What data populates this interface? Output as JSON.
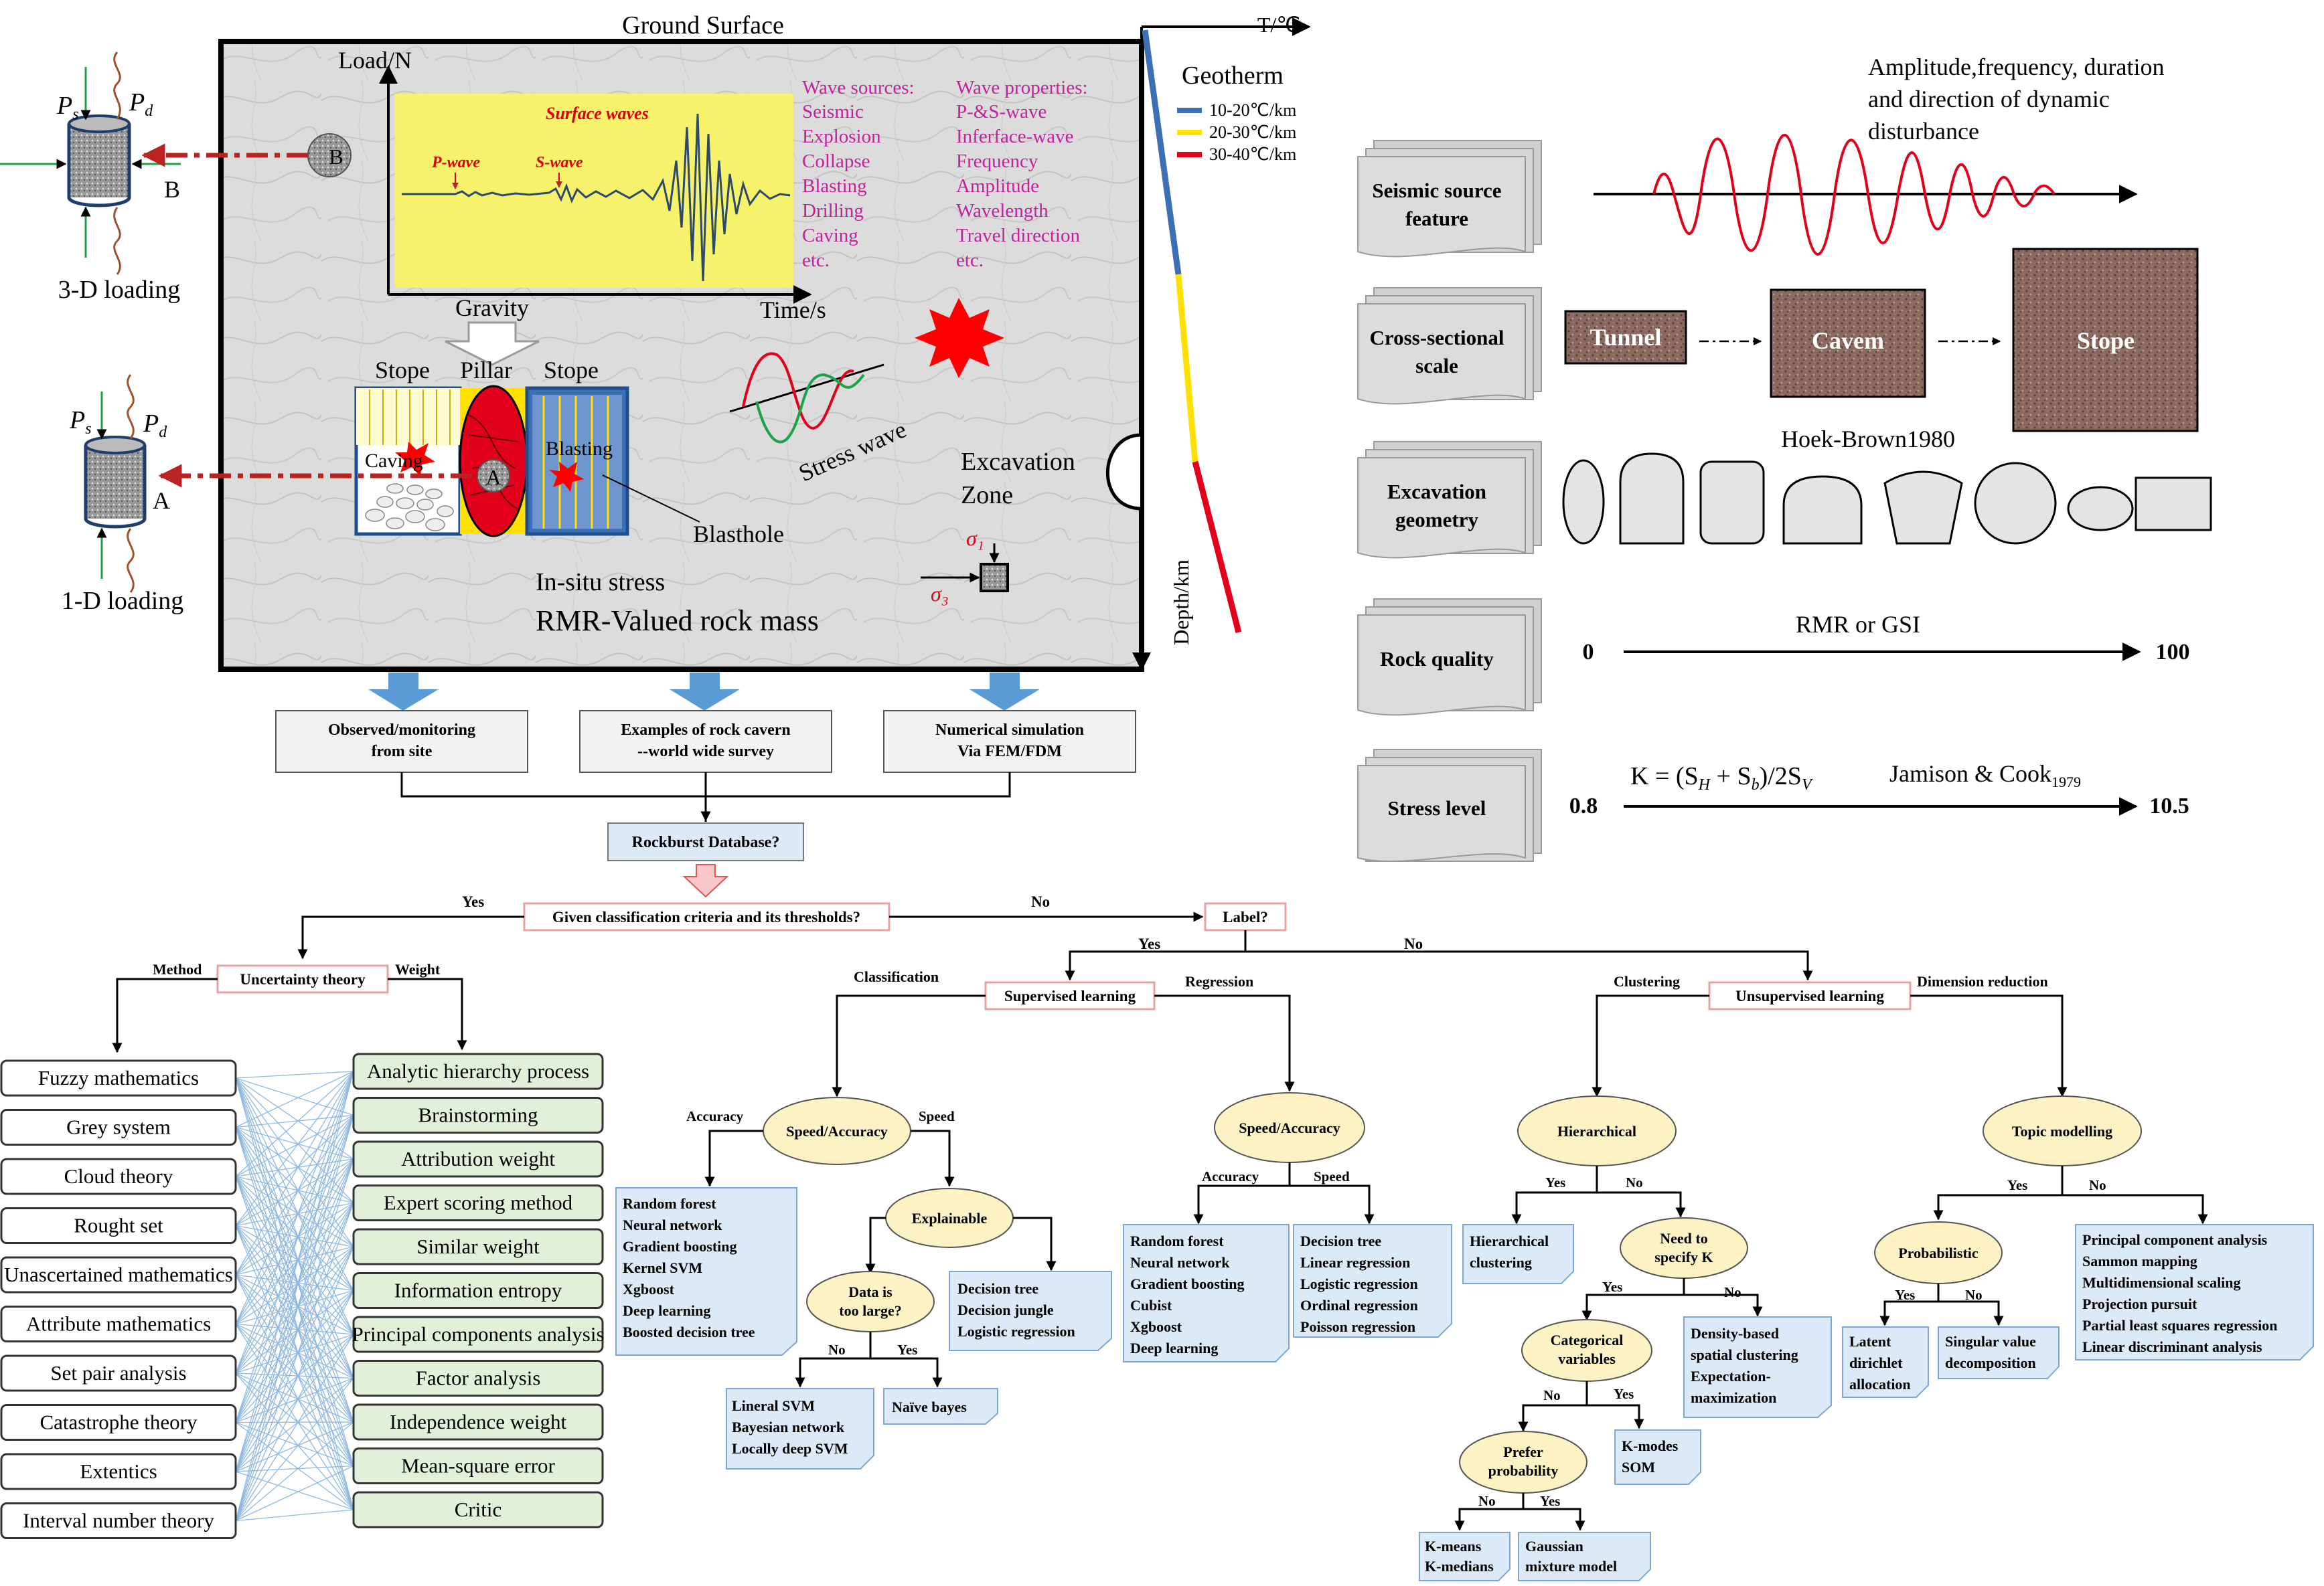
{
  "top_scene": {
    "ground_surface": "Ground Surface",
    "temp_axis": "T/℃",
    "depth_axis": "Depth/km",
    "geotherm_title": "Geotherm",
    "geotherm": [
      {
        "label": "10-20℃/km",
        "color": "#3d6fb6"
      },
      {
        "label": "20-30℃/km",
        "color": "#ffe000"
      },
      {
        "label": "30-40℃/km",
        "color": "#e2001a"
      }
    ],
    "load_axis": "Load/N",
    "time_axis": "Time/s",
    "surface_waves": "Surface waves",
    "p_wave": "P-wave",
    "s_wave": "S-wave",
    "wave_sources_title": "Wave sources:",
    "wave_sources": [
      "Seismic",
      "Explosion",
      "Collapse",
      "Blasting",
      "Drilling",
      "Caving",
      "etc."
    ],
    "wave_properties_title": "Wave properties:",
    "wave_properties": [
      "P-&S-wave",
      "Inferface-wave",
      "Frequency",
      "Amplitude",
      "Wavelength",
      "Travel direction",
      "etc."
    ],
    "gravity": "Gravity",
    "stope_left": "Stope",
    "pillar": "Pillar",
    "stope_right": "Stope",
    "caving": "Caving",
    "blasting": "Blasting",
    "blasthole": "Blasthole",
    "marker_a": "A",
    "marker_b": "B",
    "stress_wave": "Stress wave",
    "excavation_zone_1": "Excavation",
    "excavation_zone_2": "Zone",
    "sigma1": "σ₁",
    "sigma3": "σ₃",
    "in_situ": "In-situ stress",
    "rmr_rock": "RMR-Valued rock mass"
  },
  "samples": {
    "ps": "P",
    "ps_sub": "s",
    "pd": "P",
    "pd_sub": "d",
    "label_b": "B",
    "label_a": "A",
    "three_d": "3-D loading",
    "one_d": "1-D loading"
  },
  "data_sources": [
    [
      "Observed/monitoring",
      "from site"
    ],
    [
      "Examples of rock cavern",
      "--world wide survey"
    ],
    [
      "Numerical simulation",
      "Via FEM/FDM"
    ]
  ],
  "factors": {
    "seismic": [
      "Seismic source",
      "feature"
    ],
    "seismic_note": [
      "Amplitude,frequency, duration",
      "and direction of dynamic",
      "disturbance"
    ],
    "cross": [
      "Cross-sectional",
      "scale"
    ],
    "tunnel": "Tunnel",
    "cavern": "Cavem",
    "stope": "Stope",
    "geometry": [
      "Excavation",
      "geometry"
    ],
    "hoek": "Hoek-Brown1980",
    "rock_quality": "Rock quality",
    "rmr_gsi": "RMR or GSI",
    "rq_min": "0",
    "rq_max": "100",
    "stress": "Stress level",
    "stress_formula": "K = (S",
    "formula_sub_h": "H",
    "formula_plus": " + S",
    "formula_sub_b": "b",
    "formula_end": ")/2S",
    "formula_sub_v": "V",
    "jamison": "Jamison & Cook",
    "jamison_year": "1979",
    "stress_min": "0.8",
    "stress_max": "10.5"
  },
  "flow": {
    "database": "Rockburst Database?",
    "given": "Given classification criteria and its thresholds?",
    "yes": "Yes",
    "no": "No",
    "label_q": "Label?",
    "uncertainty": "Uncertainty theory",
    "method": "Method",
    "weight": "Weight",
    "methods": [
      "Fuzzy mathematics",
      "Grey system",
      "Cloud theory",
      "Rought set",
      "Unascertained mathematics",
      "Attribute mathematics",
      "Set pair analysis",
      "Catastrophe theory",
      "Extentics",
      "Interval number theory"
    ],
    "weights": [
      "Analytic hierarchy process",
      "Brainstorming",
      "Attribution weight",
      "Expert scoring method",
      "Similar weight",
      "Information entropy",
      "Principal components analysis",
      "Factor analysis",
      "Independence weight",
      "Mean-square error",
      "Critic"
    ],
    "supervised": "Supervised learning",
    "unsupervised": "Unsupervised learning",
    "classification": "Classification",
    "regression": "Regression",
    "clustering": "Clustering",
    "dimension_reduction": "Dimension reduction",
    "speed_accuracy": "Speed/Accuracy",
    "accuracy": "Accuracy",
    "speed": "Speed",
    "explainable": "Explainable",
    "data_large": [
      "Data is",
      "too large?"
    ],
    "hierarchical": "Hierarchical",
    "need_k": [
      "Need to",
      "specify K"
    ],
    "categorical": [
      "Categorical",
      "variables"
    ],
    "prefer_prob": [
      "Prefer",
      "probability"
    ],
    "topic": "Topic modelling",
    "probabilistic": "Probabilistic",
    "cls_accuracy_list": [
      "Random forest",
      "Neural network",
      "Gradient boosting",
      "Kernel SVM",
      "Xgboost",
      "Deep learning",
      "Boosted decision tree"
    ],
    "cls_explainable_list": [
      "Decision tree",
      "Decision jungle",
      "Logistic regression"
    ],
    "cls_large_no_list": [
      "Lineral SVM",
      "Bayesian network",
      "Locally deep SVM"
    ],
    "cls_large_yes_list": [
      "Naïve bayes"
    ],
    "reg_accuracy_list": [
      "Random forest",
      "Neural network",
      "Gradient boosting",
      "Cubist",
      "Xgboost",
      "Deep learning"
    ],
    "reg_speed_list": [
      "Decision tree",
      "Linear regression",
      "Logistic regression",
      "Ordinal regression",
      "Poisson regression"
    ],
    "hier_list": [
      "Hierarchical",
      "clustering"
    ],
    "density_list": [
      "Density-based",
      "spatial clustering",
      "Expectation-",
      "maximization"
    ],
    "kmodes_list": [
      "K-modes",
      "SOM"
    ],
    "kmeans_list": [
      "K-means",
      "K-medians"
    ],
    "gaussian_list": [
      "Gaussian",
      "mixture model"
    ],
    "lda_list": [
      "Latent",
      "dirichlet",
      "allocation"
    ],
    "svd_list": [
      "Singular value",
      "decomposition"
    ],
    "dim_list": [
      "Principal component analysis",
      "Sammon mapping",
      "Multidimensional scaling",
      "Projection pursuit",
      "Partial least squares regression",
      "Linear discriminant analysis"
    ]
  }
}
